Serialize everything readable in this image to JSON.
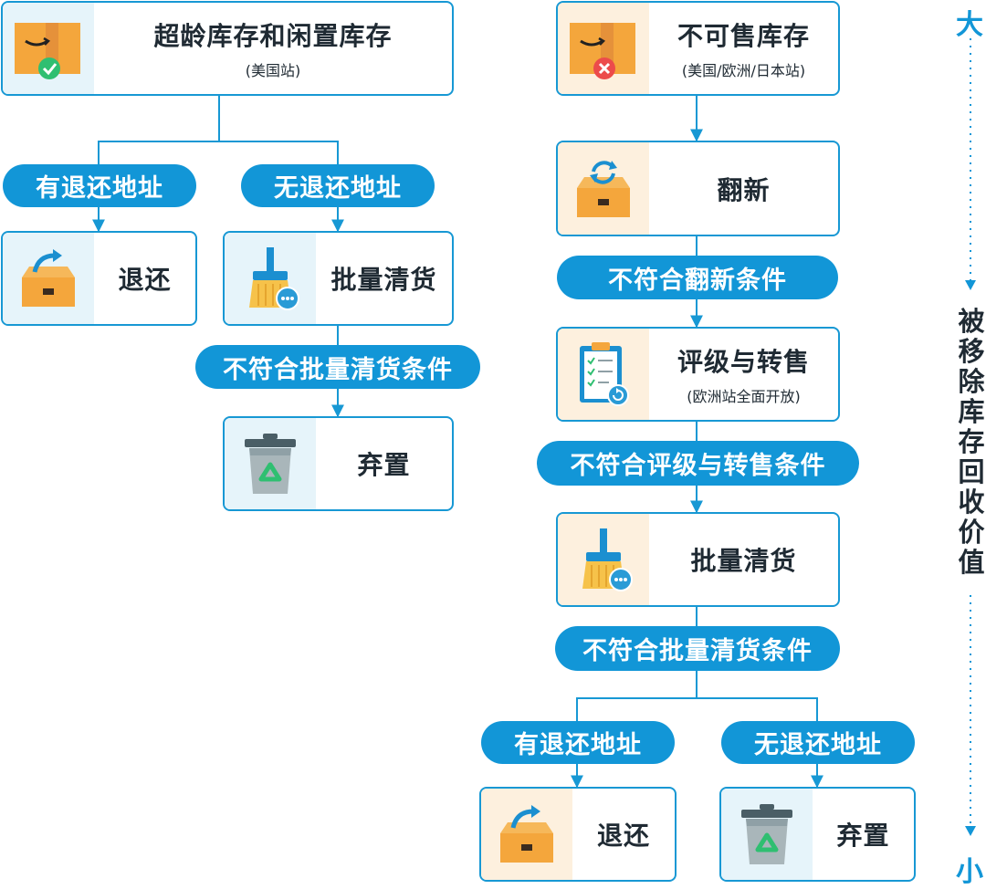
{
  "left": {
    "root": {
      "title": "超龄库存和闲置库存",
      "subtitle": "(美国站)"
    },
    "has_address": "有退还地址",
    "no_address": "无退还地址",
    "return": "退还",
    "bulk": "批量清货",
    "bulk_fail": "不符合批量清货条件",
    "dispose": "弃置"
  },
  "right": {
    "root": {
      "title": "不可售库存",
      "subtitle": "(美国/欧洲/日本站)"
    },
    "refurb": "翻新",
    "refurb_fail": "不符合翻新条件",
    "grade": {
      "title": "评级与转售",
      "subtitle": "(欧洲站全面开放)"
    },
    "grade_fail": "不符合评级与转售条件",
    "bulk": "批量清货",
    "bulk_fail": "不符合批量清货条件",
    "has_address": "有退还地址",
    "no_address": "无退还地址",
    "return": "退还",
    "dispose": "弃置"
  },
  "scale": {
    "top": "大",
    "bottom": "小",
    "label": [
      "被",
      "移",
      "除",
      "库",
      "存",
      "回",
      "收",
      "价",
      "值"
    ]
  },
  "colors": {
    "accent": "#1296d7",
    "border": "#1798d4",
    "icon_bg_blue": "#e6f4fa",
    "icon_bg_peach": "#fdf0de",
    "box": "#f4a63c"
  }
}
